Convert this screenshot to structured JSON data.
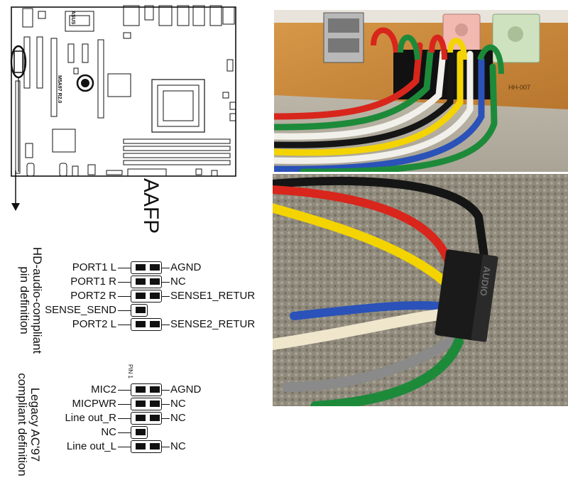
{
  "motherboard": {
    "brand": "ASUS",
    "model": "M5A97 R2.0"
  },
  "connector_title": "AAFP",
  "hd_audio": {
    "title": "HD-audio-compliant pin definition",
    "left_labels": [
      "PORT1 L",
      "PORT1 R",
      "PORT2 R",
      "SENSE_SEND",
      "PORT2 L"
    ],
    "right_labels": [
      "AGND",
      "NC",
      "SENSE1_RETUR",
      "",
      "SENSE2_RETUR"
    ]
  },
  "ac97": {
    "title": "Legacy AC'97 compliant definition",
    "pin1_label": "PIN 1",
    "left_labels": [
      "MIC2",
      "MICPWR",
      "Line out_R",
      "NC",
      "Line out_L"
    ],
    "right_labels": [
      "AGND",
      "NC",
      "NC",
      "",
      "NC"
    ]
  },
  "photos": {
    "top": {
      "pcb_text": "HH-007"
    },
    "bottom": {
      "plug_text": "AUDIO"
    }
  },
  "colors": {
    "pcb_orange": "#c98a3e",
    "pink_jack": "#f1b9b0",
    "green_jack": "#cfe2c0",
    "wire_red": "#d8261c",
    "wire_yellow": "#f4d400",
    "wire_white": "#f2f0ea",
    "wire_green": "#1d8a3a",
    "wire_blue": "#2a52b8",
    "wire_black": "#151515",
    "wire_gray": "#8a8a8a",
    "wire_cream": "#efe6cc"
  }
}
